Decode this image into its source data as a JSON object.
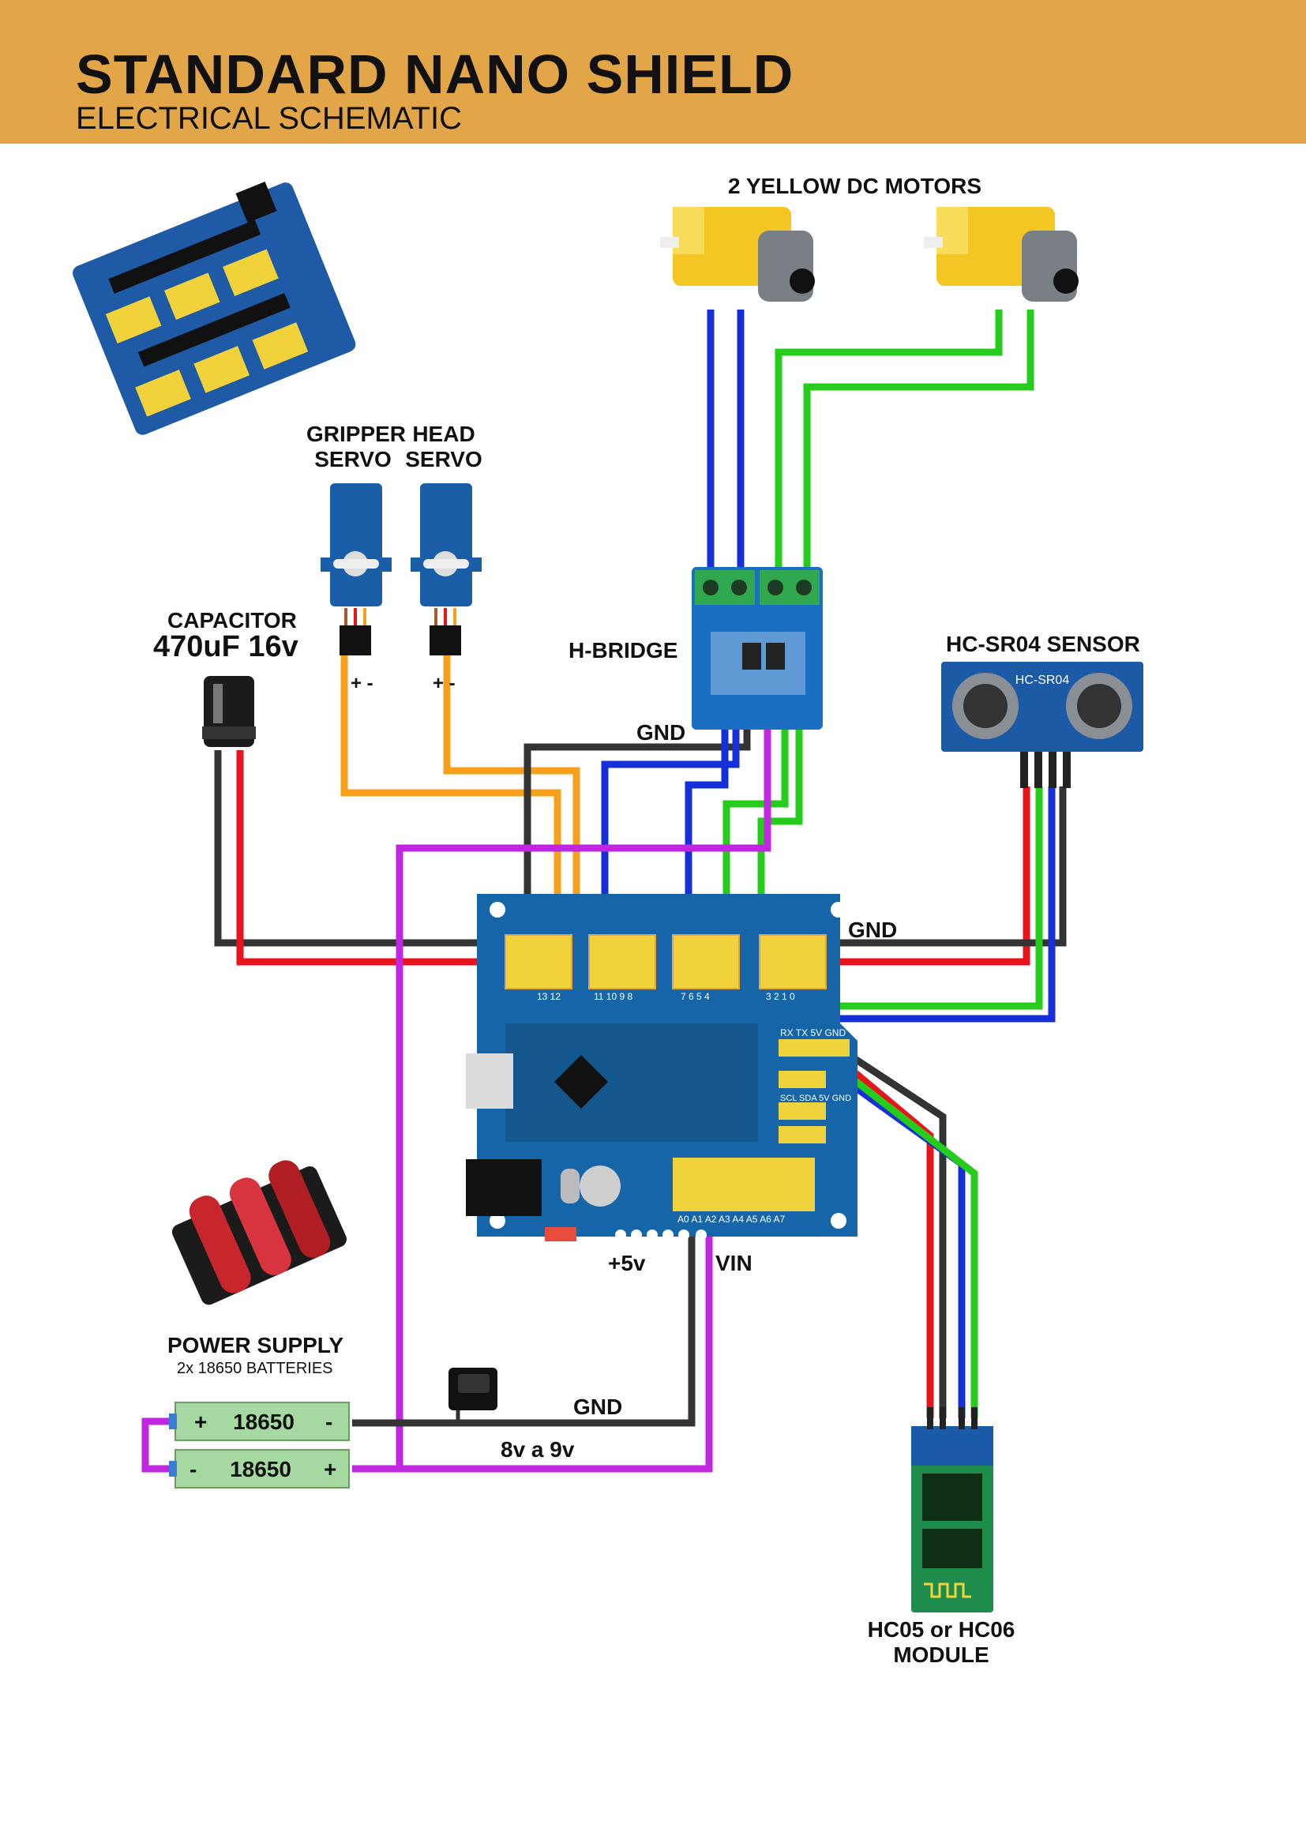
{
  "header": {
    "title": "STANDARD NANO SHIELD",
    "subtitle": "ELECTRICAL SCHEMATIC"
  },
  "labels": {
    "motors": "2 YELLOW DC MOTORS",
    "gripper_servo_line1": "GRIPPER",
    "gripper_servo_line2": "SERVO",
    "head_servo_line1": "HEAD",
    "head_servo_line2": "SERVO",
    "capacitor_line1": "CAPACITOR",
    "capacitor_line2": "470uF 16v",
    "hbridge": "H-BRIDGE",
    "sensor": "HC-SR04 SENSOR",
    "gnd_top": "GND",
    "gnd_right": "GND",
    "gnd_bottom": "GND",
    "plus5v": "+5v",
    "vin": "VIN",
    "voltage": "8v a 9v",
    "power_supply": "POWER SUPPLY",
    "power_supply_sub": "2x 18650 BATTERIES",
    "bt_module_line1": "HC05 or HC06",
    "bt_module_line2": "MODULE",
    "servo_gripper_pol": "+ -",
    "servo_head_pol": "+ -"
  },
  "battery": {
    "cell1": {
      "plus": "+",
      "name": "18650",
      "minus": "-"
    },
    "cell2": {
      "minus": "-",
      "name": "18650",
      "plus": "+"
    }
  },
  "board_text": {
    "sensor_chip": "HC-SR04",
    "pin_header_1": "13 12",
    "pin_header_2": "11 10 9 8",
    "pin_header_3": "7 6 5 4",
    "pin_header_4": "3 2 1 0",
    "uart": "RX TX 5V GND",
    "i2c": "SCL SDA 5V GND",
    "analog": "A0 A1 A2 A3 A4 A5 A6 A7"
  },
  "wire_colors": {
    "gnd": "#333333",
    "power": "#e8141b",
    "signal_blue": "#1530d8",
    "signal_green": "#26cc1b",
    "servo": "#f7a01c",
    "vin": "#c026e0",
    "board": "#1665a8",
    "header_pin": "#f0d23c",
    "header_bar": "#e2a547"
  }
}
